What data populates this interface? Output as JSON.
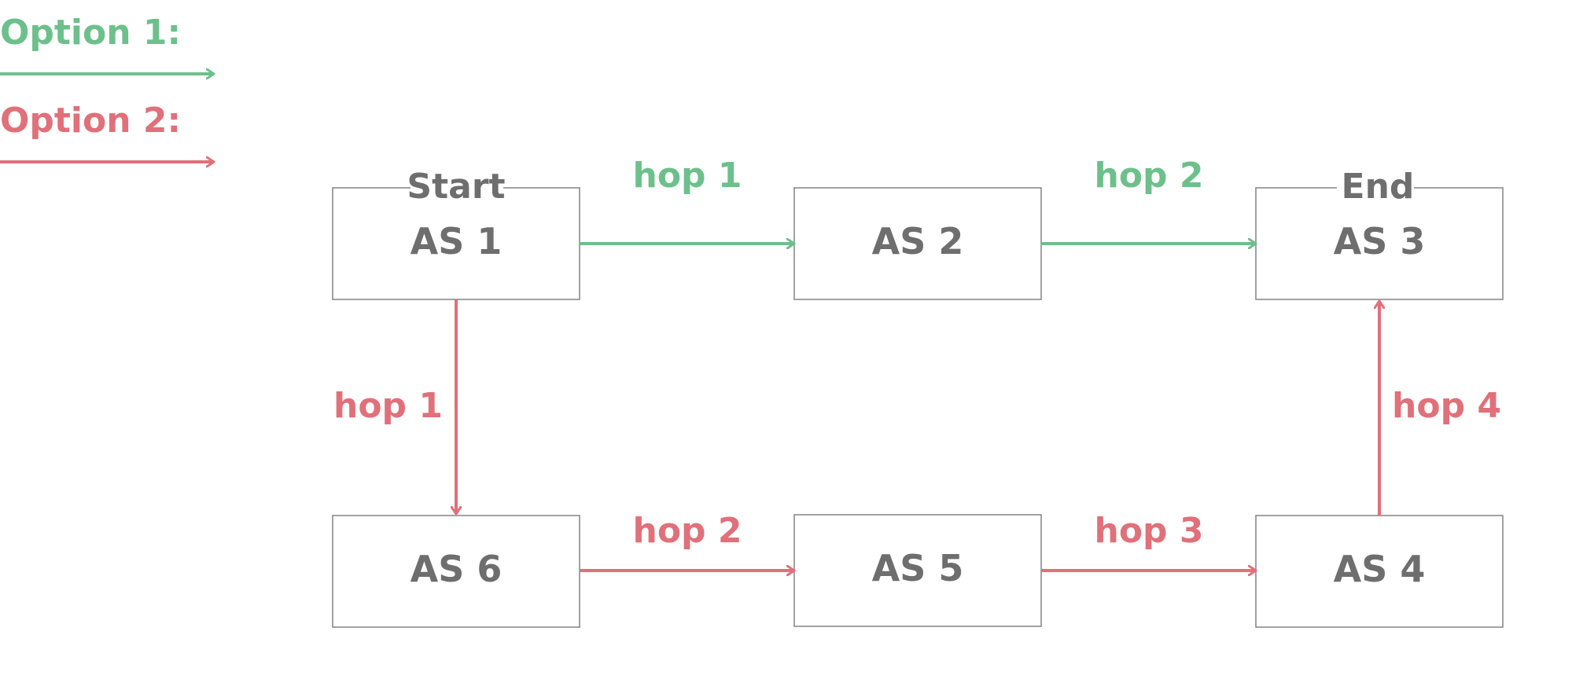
{
  "colors": {
    "option1": "#6dc08b",
    "option2": "#e0707a",
    "text_gray": "#6e6e6e",
    "box_border": "#8a8a8a"
  },
  "legend": {
    "option1_label": "Option 1:",
    "option2_label": "Option 2:"
  },
  "nodes": {
    "as1": {
      "label": "AS 1",
      "tag": "Start"
    },
    "as2": {
      "label": "AS 2"
    },
    "as3": {
      "label": "AS 3",
      "tag": "End"
    },
    "as4": {
      "label": "AS 4"
    },
    "as5": {
      "label": "AS 5"
    },
    "as6": {
      "label": "AS 6"
    }
  },
  "edges": {
    "option1": [
      {
        "from": "AS 1",
        "to": "AS 2",
        "label": "hop 1"
      },
      {
        "from": "AS 2",
        "to": "AS 3",
        "label": "hop 2"
      }
    ],
    "option2": [
      {
        "from": "AS 1",
        "to": "AS 6",
        "label": "hop 1"
      },
      {
        "from": "AS 6",
        "to": "AS 5",
        "label": "hop 2"
      },
      {
        "from": "AS 5",
        "to": "AS 4",
        "label": "hop 3"
      },
      {
        "from": "AS 4",
        "to": "AS 3",
        "label": "hop 4"
      }
    ]
  }
}
